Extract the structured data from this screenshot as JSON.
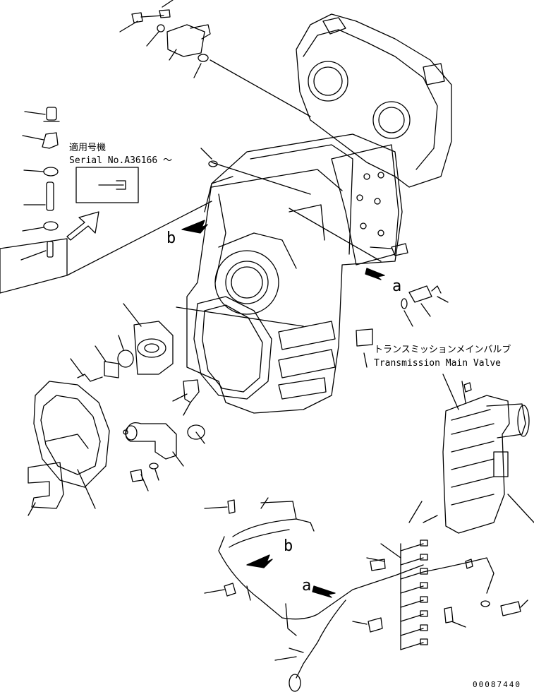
{
  "applicability": {
    "japanese": "適用号機",
    "serial": "Serial No.A36166 ～"
  },
  "component": {
    "japanese": "トランスミッションメインバルブ",
    "english": "Transmission Main Valve"
  },
  "callouts": {
    "a_upper": "a",
    "b_upper": "b",
    "a_lower": "a",
    "b_lower": "b"
  },
  "figure_number": "00087440"
}
